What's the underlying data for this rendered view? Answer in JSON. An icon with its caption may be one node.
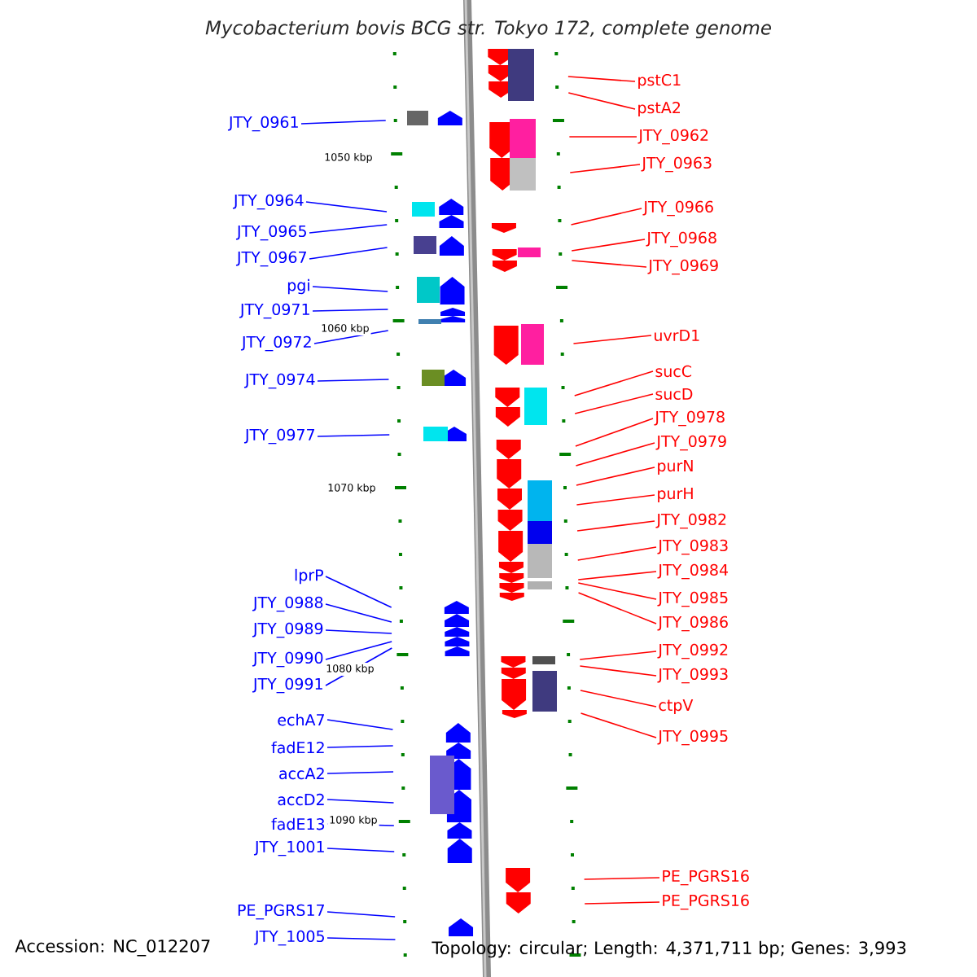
{
  "diagram": {
    "title": "Mycobacterium bovis BCG str. Tokyo 172, complete genome",
    "nodes": [
      {
        "text": [
          "JTY_0961"
        ]
      },
      {
        "text": [
          "JTY_0964"
        ]
      },
      {
        "text": [
          "JTY_0965"
        ]
      },
      {
        "text": [
          "JTY_0967"
        ]
      },
      {
        "text": [
          "pgi"
        ]
      },
      {
        "text": [
          "JTY_0971"
        ]
      },
      {
        "text": [
          "JTY_0972"
        ]
      },
      {
        "text": [
          "JTY_0974"
        ]
      },
      {
        "text": [
          "JTY_0977"
        ]
      },
      {
        "text": [
          "lprP"
        ]
      },
      {
        "text": [
          "JTY_0988"
        ]
      },
      {
        "text": [
          "JTY_0989"
        ]
      },
      {
        "text": [
          "JTY_0990"
        ]
      },
      {
        "text": [
          "JTY_0991"
        ]
      },
      {
        "text": [
          "echA7"
        ]
      },
      {
        "text": [
          "fadE12"
        ]
      },
      {
        "text": [
          "accA2"
        ]
      },
      {
        "text": [
          "accD2"
        ]
      },
      {
        "text": [
          "fadE13"
        ]
      },
      {
        "text": [
          "JTY_1001"
        ]
      },
      {
        "text": [
          "PE_PGRS17"
        ]
      },
      {
        "text": [
          "JTY_1005"
        ]
      },
      {
        "text": [
          "pstC1"
        ]
      },
      {
        "text": [
          "pstA2"
        ]
      },
      {
        "text": [
          "JTY_0962"
        ]
      },
      {
        "text": [
          "JTY_0963"
        ]
      },
      {
        "text": [
          "JTY_0966"
        ]
      },
      {
        "text": [
          "JTY_0968"
        ]
      },
      {
        "text": [
          "JTY_0969"
        ]
      },
      {
        "text": [
          "uvrD1"
        ]
      },
      {
        "text": [
          "sucC"
        ]
      },
      {
        "text": [
          "sucD"
        ]
      },
      {
        "text": [
          "JTY_0978"
        ]
      },
      {
        "text": [
          "JTY_0979"
        ]
      },
      {
        "text": [
          "purN"
        ]
      },
      {
        "text": [
          "purH"
        ]
      },
      {
        "text": [
          "JTY_0982"
        ]
      },
      {
        "text": [
          "JTY_0983"
        ]
      },
      {
        "text": [
          "JTY_0984"
        ]
      },
      {
        "text": [
          "JTY_0985"
        ]
      },
      {
        "text": [
          "JTY_0986"
        ]
      },
      {
        "text": [
          "JTY_0992"
        ]
      },
      {
        "text": [
          "JTY_0993"
        ]
      },
      {
        "text": [
          "ctpV"
        ]
      },
      {
        "text": [
          "JTY_0995"
        ]
      },
      {
        "text": [
          "PE_PGRS16"
        ]
      },
      {
        "text": [
          "PE_PGRS16"
        ]
      }
    ],
    "edges": [
      {
        "from": 0,
        "to": null,
        "arrow": "none",
        "color": "#0000ff"
      },
      {
        "from": 1,
        "to": null,
        "arrow": "none",
        "color": "#0000ff"
      },
      {
        "from": 2,
        "to": null,
        "arrow": "none",
        "color": "#0000ff"
      },
      {
        "from": 3,
        "to": null,
        "arrow": "none",
        "color": "#0000ff"
      },
      {
        "from": 4,
        "to": null,
        "arrow": "none",
        "color": "#0000ff"
      },
      {
        "from": 5,
        "to": null,
        "arrow": "none",
        "color": "#0000ff"
      },
      {
        "from": 6,
        "to": null,
        "arrow": "none",
        "color": "#0000ff"
      },
      {
        "from": 7,
        "to": null,
        "arrow": "none",
        "color": "#0000ff"
      },
      {
        "from": 8,
        "to": null,
        "arrow": "none",
        "color": "#0000ff"
      },
      {
        "from": 9,
        "to": null,
        "arrow": "none",
        "color": "#0000ff"
      },
      {
        "from": 10,
        "to": null,
        "arrow": "none",
        "color": "#0000ff"
      },
      {
        "from": 11,
        "to": null,
        "arrow": "none",
        "color": "#0000ff"
      },
      {
        "from": 12,
        "to": null,
        "arrow": "none",
        "color": "#0000ff"
      },
      {
        "from": 13,
        "to": null,
        "arrow": "none",
        "color": "#0000ff"
      },
      {
        "from": 14,
        "to": null,
        "arrow": "none",
        "color": "#0000ff"
      },
      {
        "from": 15,
        "to": null,
        "arrow": "none",
        "color": "#0000ff"
      },
      {
        "from": 16,
        "to": null,
        "arrow": "none",
        "color": "#0000ff"
      },
      {
        "from": 17,
        "to": null,
        "arrow": "none",
        "color": "#0000ff"
      },
      {
        "from": 18,
        "to": null,
        "arrow": "none",
        "color": "#0000ff"
      },
      {
        "from": 19,
        "to": null,
        "arrow": "none",
        "color": "#0000ff"
      },
      {
        "from": 20,
        "to": null,
        "arrow": "none",
        "color": "#0000ff"
      },
      {
        "from": 21,
        "to": null,
        "arrow": "none",
        "color": "#0000ff"
      },
      {
        "from": 22,
        "to": null,
        "arrow": "none"
      },
      {
        "from": 23,
        "to": null,
        "arrow": "none"
      },
      {
        "from": 24,
        "to": null,
        "arrow": "none"
      },
      {
        "from": 25,
        "to": null,
        "arrow": "none"
      },
      {
        "from": 26,
        "to": null,
        "arrow": "none"
      },
      {
        "from": 27,
        "to": null,
        "arrow": "none"
      },
      {
        "from": 28,
        "to": null,
        "arrow": "none"
      },
      {
        "from": 29,
        "to": null,
        "arrow": "none"
      },
      {
        "from": 30,
        "to": null,
        "arrow": "none"
      },
      {
        "from": 31,
        "to": null,
        "arrow": "none"
      },
      {
        "from": 32,
        "to": null,
        "arrow": "none"
      },
      {
        "from": 33,
        "to": null,
        "arrow": "none"
      },
      {
        "from": 34,
        "to": null,
        "arrow": "none"
      },
      {
        "from": 35,
        "to": null,
        "arrow": "none"
      },
      {
        "from": 36,
        "to": null,
        "arrow": "none"
      },
      {
        "from": 37,
        "to": null,
        "arrow": "none"
      },
      {
        "from": 38,
        "to": null,
        "arrow": "none"
      },
      {
        "from": 39,
        "to": null,
        "arrow": "none"
      },
      {
        "from": 40,
        "to": null,
        "arrow": "none"
      },
      {
        "from": 41,
        "to": null,
        "arrow": "none"
      },
      {
        "from": 42,
        "to": null,
        "arrow": "none"
      },
      {
        "from": 43,
        "to": null,
        "arrow": "none"
      },
      {
        "from": 44,
        "to": null,
        "arrow": "none"
      },
      {
        "from": 45,
        "to": null,
        "arrow": "none"
      },
      {
        "from": 46,
        "to": null,
        "arrow": "none"
      }
    ],
    "labels": [
      "1050 kbp",
      "1060 kbp",
      "1070 kbp",
      "1080 kbp",
      "1090 kbp",
      "Accession: NC_012207",
      "Topology: circular; Length: 4,371,711 bp; Genes: 3,993"
    ]
  }
}
